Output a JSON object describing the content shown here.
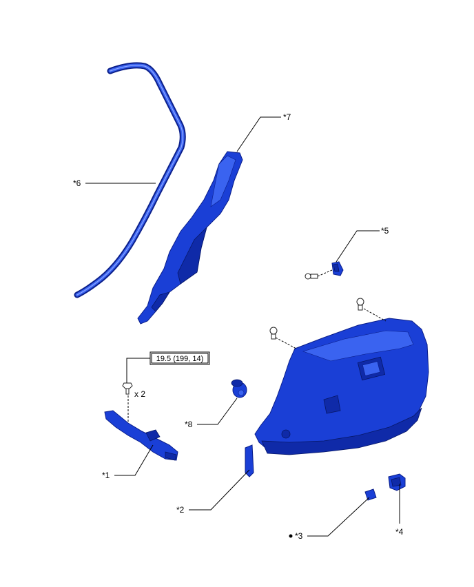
{
  "callouts": {
    "c1": "*1",
    "c2": "*2",
    "c3": "*3",
    "c4": "*4",
    "c5": "*5",
    "c6": "*6",
    "c7": "*7",
    "c8": "*8"
  },
  "torque_spec": "19.5 (199, 14)",
  "quantity": "x 2",
  "colors": {
    "part_fill": "#1a3fd6",
    "part_outline": "#0b1f8a"
  }
}
